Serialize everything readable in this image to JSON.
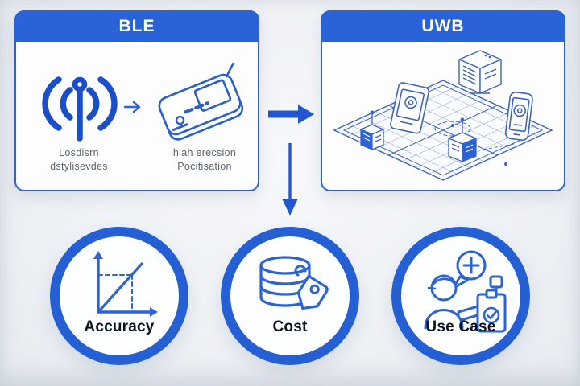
{
  "diagram": {
    "background_color": "#eef1f5",
    "accent_color": "#2a63d8",
    "panel_border_color": "#2e62cc",
    "ring_color": "#2460d4",
    "line_art_color": "#3b63c8",
    "caption_color": "#5d6570",
    "label_color": "#0d1420",
    "header_text_color": "#ffffff"
  },
  "panels": {
    "ble": {
      "title": "BLE",
      "icons": [
        "radio-antenna-icon",
        "small-right-arrow-icon",
        "handheld-device-icon"
      ],
      "captions": [
        {
          "line1": "Losdisrn",
          "line2": "dstylisevdes"
        },
        {
          "line1": "hiah erecsion",
          "line2": "Pocitisation"
        }
      ]
    },
    "uwb": {
      "title": "UWB",
      "icons": [
        "indoor-positioning-floorplan-illustration"
      ]
    }
  },
  "connectors": {
    "right_arrow_icon": "thick-right-arrow-icon",
    "down_arrow_icon": "down-arrow-icon"
  },
  "criteria": [
    {
      "label": "Accuracy",
      "icon": "line-chart-icon"
    },
    {
      "label": "Cost",
      "icon": "coins-price-tag-icon"
    },
    {
      "label": "Use Case",
      "icon": "worker-clipboard-icon"
    }
  ]
}
